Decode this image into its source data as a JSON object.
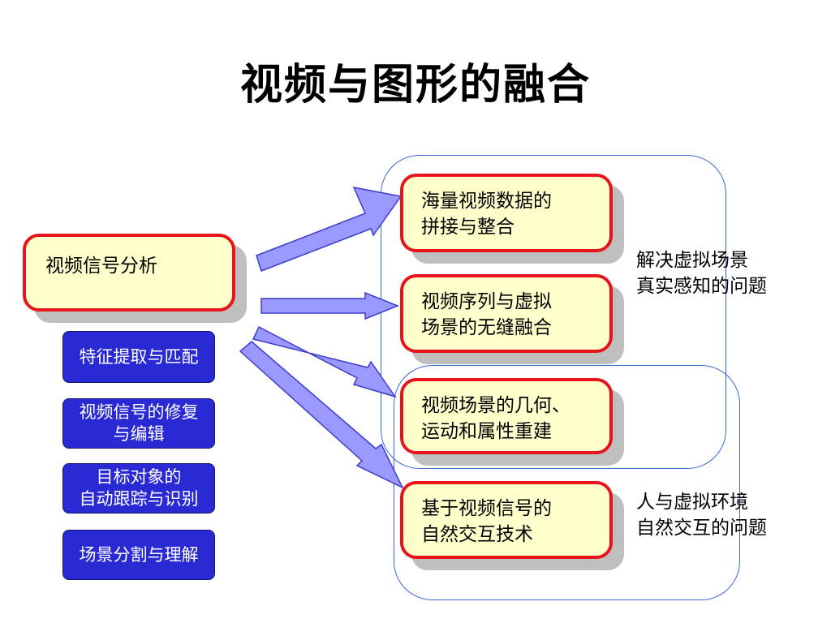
{
  "title": "视频与图形的融合",
  "source": {
    "label": "视频信号分析"
  },
  "techniques": [
    {
      "lines": [
        "特征提取与匹配"
      ]
    },
    {
      "lines": [
        "视频信号的修复",
        "与编辑"
      ]
    },
    {
      "lines": [
        "目标对象的",
        "自动跟踪与识别"
      ]
    },
    {
      "lines": [
        "场景分割与理解"
      ]
    }
  ],
  "targets": [
    {
      "lines": [
        "海量视频数据的",
        "拼接与整合"
      ]
    },
    {
      "lines": [
        "视频序列与虚拟",
        "场景的无缝融合"
      ]
    },
    {
      "lines": [
        "视频场景的几何、",
        "运动和属性重建"
      ]
    },
    {
      "lines": [
        "基于视频信号的",
        "自然交互技术"
      ]
    }
  ],
  "notes": [
    {
      "lines": [
        "解决虚拟场景",
        "真实感知的问题"
      ]
    },
    {
      "lines": [
        "人与虚拟环境",
        "自然交互的问题"
      ]
    }
  ],
  "colors": {
    "yellow_fill": "#ffffcc",
    "red_border": "#e8141c",
    "blue_fill": "#2a2ad4",
    "arrow_fill": "#9999ff",
    "outline_blue": "#3a66d6"
  }
}
